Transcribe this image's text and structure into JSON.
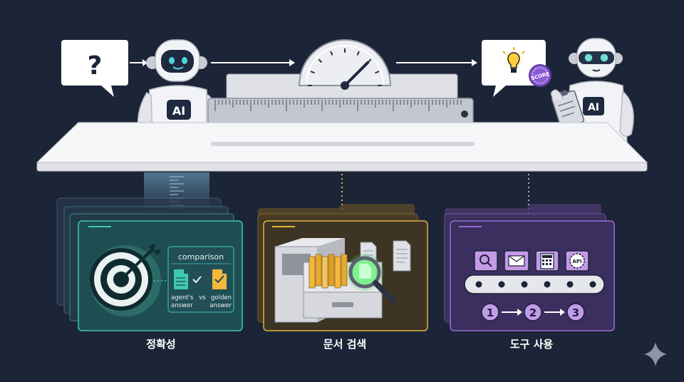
{
  "robot_badge": "AI",
  "score_badge": "SCORE",
  "comparison": {
    "title": "comparison",
    "agent_label": "agent's\nanswer",
    "vs": "vs",
    "golden_label": "golden\nanswer"
  },
  "tools": {
    "api": "API",
    "steps": [
      "1",
      "2",
      "3"
    ]
  },
  "labels": {
    "accuracy": "정확성",
    "doc_search": "문서 검색",
    "tool_use": "도구 사용"
  },
  "colors": {
    "background": "#1c2438",
    "accuracy_accent": "#3fc9b0",
    "doc_accent": "#e2b33c",
    "tool_accent": "#9b6bd6",
    "robot_eyes": "#4fd1e0"
  }
}
